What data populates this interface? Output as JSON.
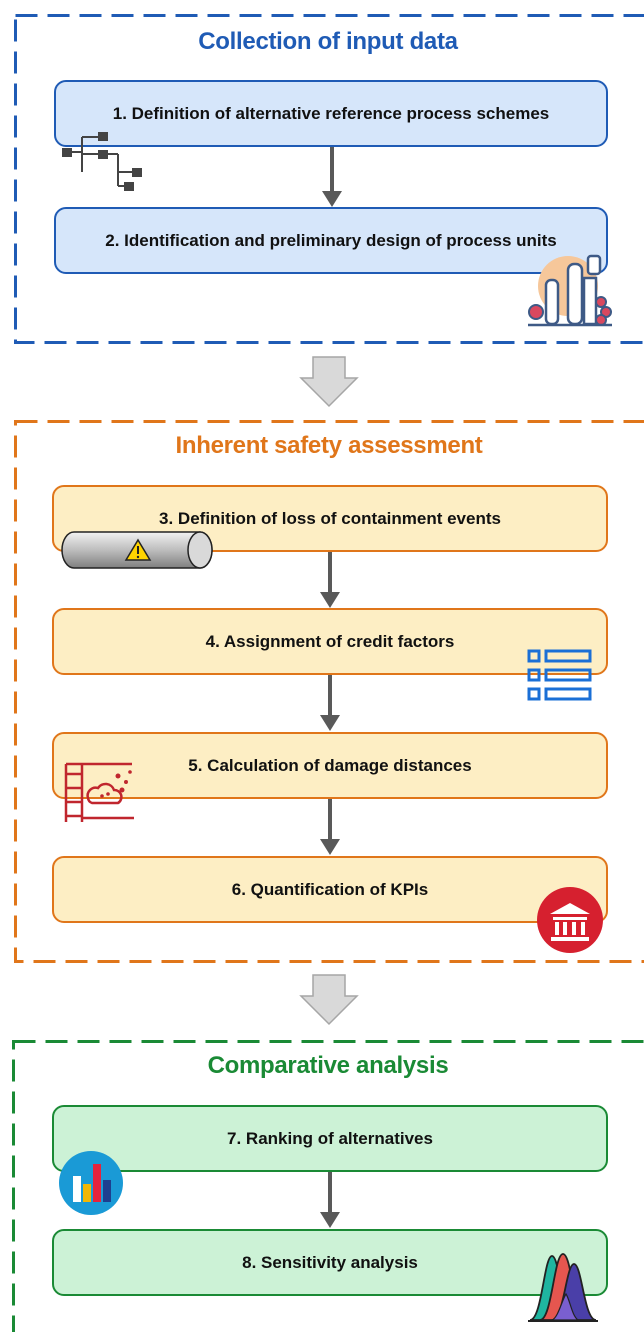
{
  "sections": [
    {
      "title": "Collection of input data",
      "color": "#1f5bb5",
      "steps": [
        {
          "label": "1. Definition of alternative reference process schemes",
          "icon": "tree-hierarchy-icon"
        },
        {
          "label": "2. Identification and preliminary design of process units",
          "icon": "refinery-plant-icon"
        }
      ]
    },
    {
      "title": "Inherent safety assessment",
      "color": "#e0761a",
      "steps": [
        {
          "label": "3. Definition of loss of containment events",
          "icon": "pipe-warning-icon"
        },
        {
          "label": "4. Assignment of credit factors",
          "icon": "checklist-icon"
        },
        {
          "label": "5. Calculation of damage distances",
          "icon": "chemical-cloud-icon"
        },
        {
          "label": "6. Quantification of KPIs",
          "icon": "institution-icon"
        }
      ]
    },
    {
      "title": "Comparative analysis",
      "color": "#1a8a35",
      "steps": [
        {
          "label": "7. Ranking of alternatives",
          "icon": "bar-chart-icon"
        },
        {
          "label": "8. Sensitivity analysis",
          "icon": "distribution-curves-icon"
        }
      ]
    }
  ],
  "colors": {
    "blue_fill": "#d6e6fa",
    "orange_fill": "#fdeec4",
    "green_fill": "#ccf2d6",
    "arrow": "#595959",
    "big_arrow_fill": "#d9d9d9"
  }
}
